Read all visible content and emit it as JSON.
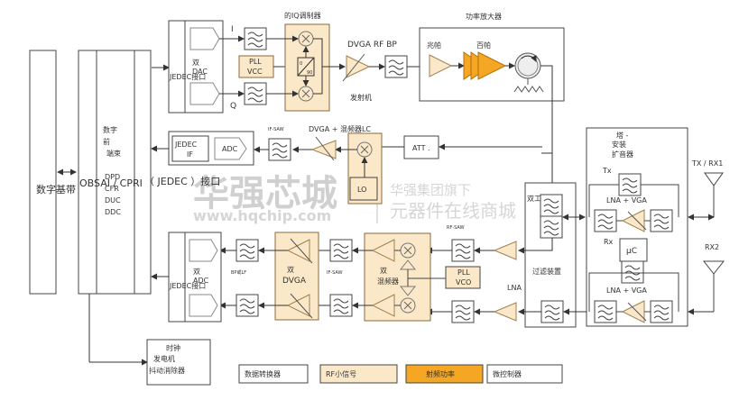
{
  "colors": {
    "small_signal_fill": "#fbe8c8",
    "small_signal_stroke": "#c8a060",
    "power_fill": "#f5a623",
    "power_stroke": "#c07a10",
    "line": "#333333",
    "watermark": "#cccccc"
  },
  "blocks": {
    "digital_baseband": "数字基带",
    "interface_label": "OBSAI / CPRI",
    "interface_jedec_label": "（ JEDEC ）接口",
    "dfe_line1": "数字",
    "dfe_line2": "前",
    "dfe_line3": "端束",
    "dfe_dpd": "DPD",
    "dfe_cfr": "CFR",
    "dfe_duc": "DUC",
    "dfe_ddc": "DDC",
    "dual_dac_line1": "双",
    "dual_dac_line2": "DAC",
    "jedec_interface_tx": "JEDEC接口",
    "i_label": "I",
    "q_label": "Q",
    "pll_vco_tx_line1": "PLL",
    "pll_vco_tx_line2": "VCC",
    "iq_modulator_title": "的IQ调制器",
    "phase_splitter_0": "0",
    "phase_splitter_90": "90",
    "dvga_rf_bp": "DVGA RF BP",
    "transmitter": "发射机",
    "pa_title": "功率放大器",
    "pa_driver": "兆帕",
    "pa_final": "百帕",
    "fb_jedec_line1": "JEDEC",
    "fb_jedec_line2": "IF",
    "fb_adc": "ADC",
    "fb_if_saw": "IF-SAW",
    "fb_dvga_mixer_lc": "DVGA + 混频器LC",
    "fb_lo": "LO",
    "fb_att": "ATT .",
    "duplexer": "双工器",
    "filter_unit": "过滤装置",
    "tma_line1": "塔 -",
    "tma_line2": "安装",
    "tma_line3": "扩音器",
    "tma_tx": "Tx",
    "tma_rx": "Rx",
    "lna_vga_1": "LNA + VGA",
    "lna_vga_2": "LNA + VGA",
    "mcu": "μC",
    "tx_rx1": "TX / RX1",
    "rx2": "RX2",
    "rx_lna": "LNA",
    "rx_rf_saw": "RF-SAW",
    "rx_pll_vco_line1": "PLL",
    "rx_pll_vco_line2": "VCO",
    "dual_mixer_line1": "双",
    "dual_mixer_line2": "混频器",
    "rx_if_saw": "IF-SAW",
    "dual_dvga_line1": "双",
    "dual_dvga_line2": "DVGA",
    "bp_lf": "BP或LF",
    "dual_adc_line1": "双",
    "dual_adc_line2": "ADC",
    "jedec_interface_rx": "JEDEC接口",
    "clock_line1": "时钟",
    "clock_line2": "发电机",
    "clock_line3": "抖动消除器"
  },
  "legend": [
    {
      "label": "数据转换器",
      "fill": "#ffffff"
    },
    {
      "label": "RF小信号",
      "fill": "#fbe8c8"
    },
    {
      "label": "射频功率",
      "fill": "#f5a623"
    },
    {
      "label": "微控制器",
      "fill": "#ffffff"
    }
  ],
  "watermark": {
    "brand": "华强芯城",
    "url": "www.hqchip.com",
    "sub1": "华强集团旗下",
    "sub2": "元器件在线商城"
  }
}
